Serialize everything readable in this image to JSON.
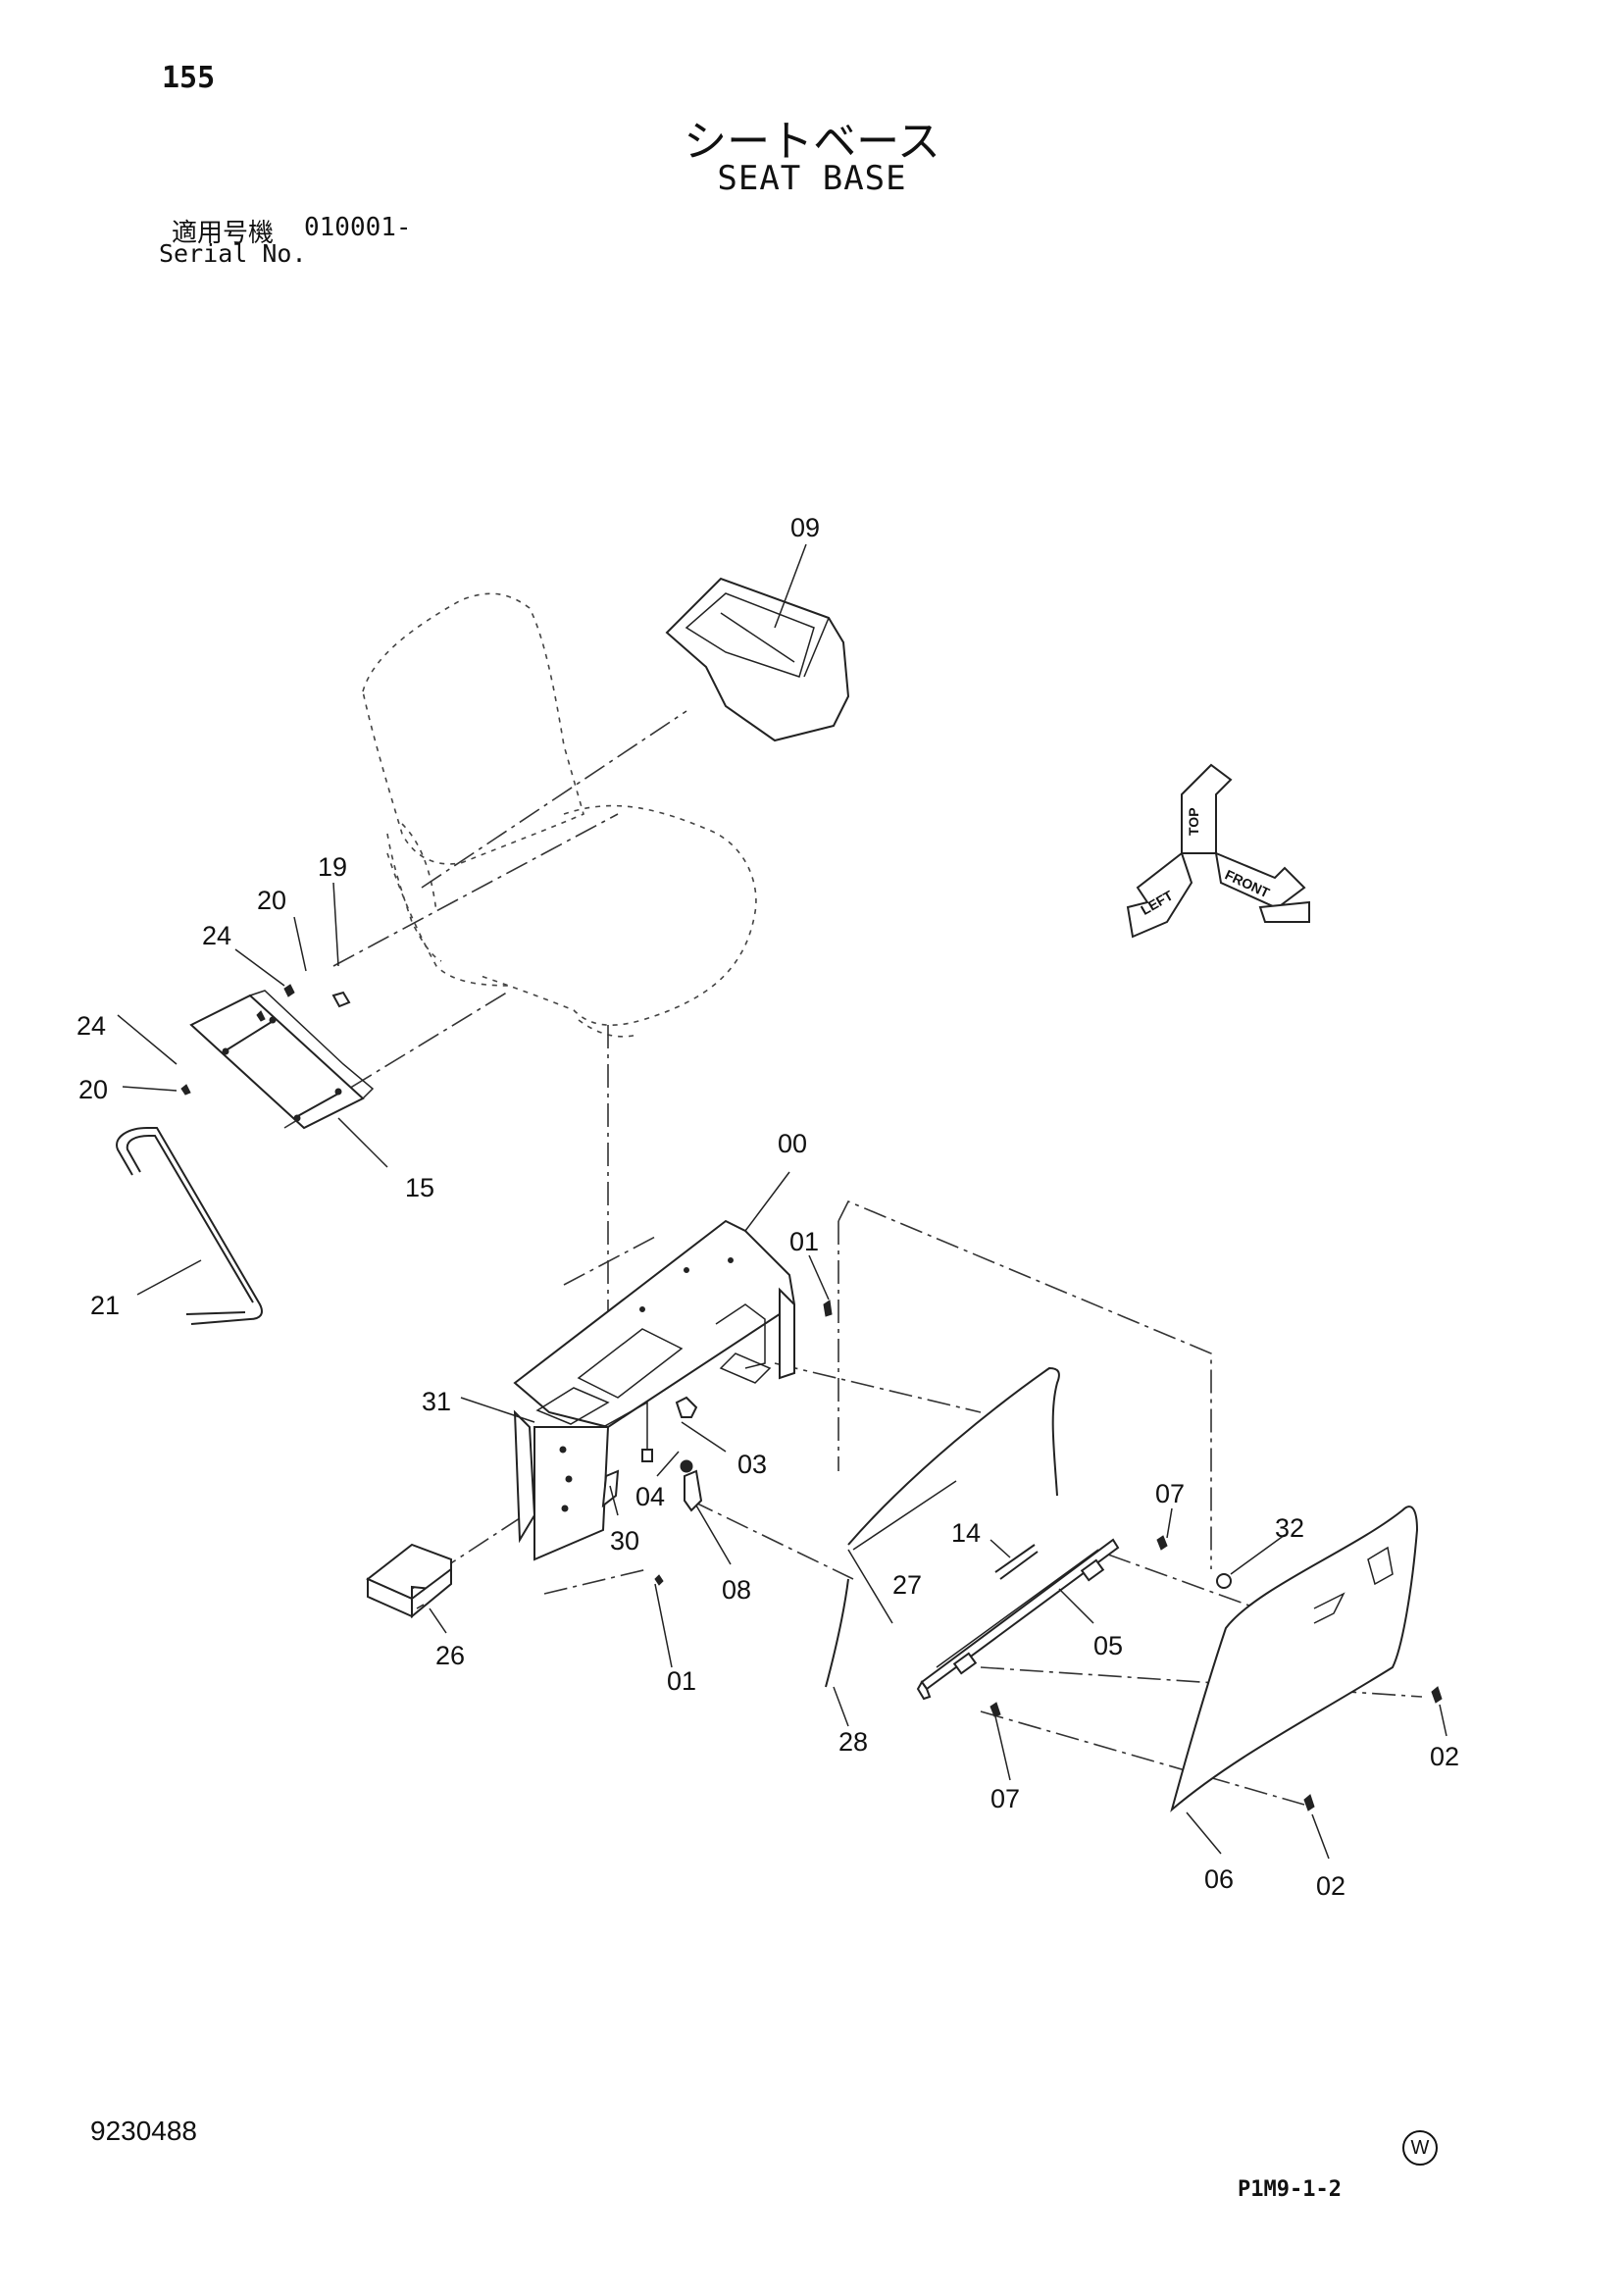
{
  "header": {
    "page_number": "155",
    "title_jp": "シートベース",
    "title_en": "SEAT BASE",
    "serial_label_jp": "適用号機",
    "serial_value": "010001-",
    "serial_label_en": "Serial No."
  },
  "footer": {
    "doc_number": "9230488",
    "w_mark": "W",
    "drawing_code": "P1M9-1-2"
  },
  "compass": {
    "top": "TOP",
    "left": "LEFT",
    "front": "FRONT"
  },
  "parts": [
    {
      "id": "p09",
      "label": "09"
    },
    {
      "id": "p19",
      "label": "19"
    },
    {
      "id": "p20a",
      "label": "20"
    },
    {
      "id": "p24a",
      "label": "24"
    },
    {
      "id": "p24b",
      "label": "24"
    },
    {
      "id": "p20b",
      "label": "20"
    },
    {
      "id": "p15",
      "label": "15"
    },
    {
      "id": "p21",
      "label": "21"
    },
    {
      "id": "p00",
      "label": "00"
    },
    {
      "id": "p01a",
      "label": "01"
    },
    {
      "id": "p31",
      "label": "31"
    },
    {
      "id": "p03",
      "label": "03"
    },
    {
      "id": "p04",
      "label": "04"
    },
    {
      "id": "p30",
      "label": "30"
    },
    {
      "id": "p08",
      "label": "08"
    },
    {
      "id": "p26",
      "label": "26"
    },
    {
      "id": "p01b",
      "label": "01"
    },
    {
      "id": "p27",
      "label": "27"
    },
    {
      "id": "p28",
      "label": "28"
    },
    {
      "id": "p14",
      "label": "14"
    },
    {
      "id": "p05",
      "label": "05"
    },
    {
      "id": "p07a",
      "label": "07"
    },
    {
      "id": "p32",
      "label": "32"
    },
    {
      "id": "p07b",
      "label": "07"
    },
    {
      "id": "p02a",
      "label": "02"
    },
    {
      "id": "p06",
      "label": "06"
    },
    {
      "id": "p02b",
      "label": "02"
    }
  ]
}
